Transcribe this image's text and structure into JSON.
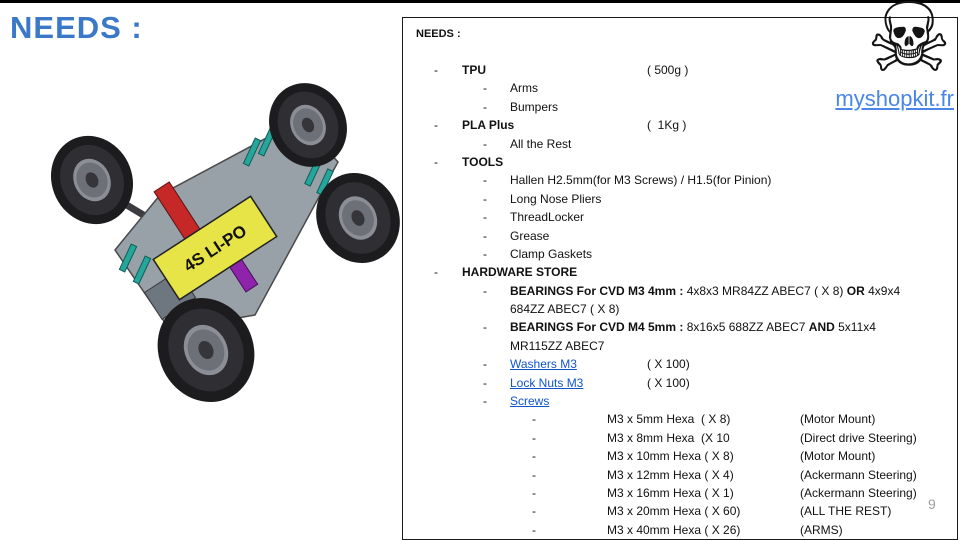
{
  "page": {
    "title": "NEEDS :",
    "page_number": "9",
    "brand_url": "myshopkit.fr",
    "skull_glyph": "☠",
    "battery_label": "4S LI-PO"
  },
  "colors": {
    "title_blue": "#3c78c8",
    "link_blue": "#1155cc",
    "brand_blue": "#4a86e8",
    "battery_yellow": "#e7e448"
  },
  "panel": {
    "header": "NEEDS :",
    "bullet": "-",
    "rows": [
      {
        "lvl": 1,
        "dash": true,
        "segs": [
          {
            "t": "TPU",
            "b": true
          }
        ],
        "tab": "( 500g )"
      },
      {
        "lvl": 2,
        "dash": true,
        "segs": [
          {
            "t": "Arms"
          }
        ]
      },
      {
        "lvl": 2,
        "dash": true,
        "segs": [
          {
            "t": "Bumpers"
          }
        ]
      },
      {
        "lvl": 1,
        "dash": true,
        "segs": [
          {
            "t": "PLA Plus",
            "b": true
          }
        ],
        "tab": "(  1Kg )"
      },
      {
        "lvl": 2,
        "dash": true,
        "segs": [
          {
            "t": "All the Rest"
          }
        ]
      },
      {
        "lvl": 1,
        "dash": true,
        "segs": [
          {
            "t": "TOOLS",
            "b": true
          }
        ]
      },
      {
        "lvl": 2,
        "dash": true,
        "segs": [
          {
            "t": "Hallen H2.5mm(for M3 Screws) / H1.5(for Pinion)"
          }
        ]
      },
      {
        "lvl": 2,
        "dash": true,
        "segs": [
          {
            "t": "Long Nose Pliers"
          }
        ]
      },
      {
        "lvl": 2,
        "dash": true,
        "segs": [
          {
            "t": "ThreadLocker"
          }
        ]
      },
      {
        "lvl": 2,
        "dash": true,
        "segs": [
          {
            "t": "Grease"
          }
        ]
      },
      {
        "lvl": 2,
        "dash": true,
        "segs": [
          {
            "t": "Clamp Gaskets"
          }
        ]
      },
      {
        "lvl": 1,
        "dash": true,
        "segs": [
          {
            "t": "HARDWARE STORE",
            "b": true
          }
        ]
      },
      {
        "lvl": 2,
        "dash": true,
        "segs": [
          {
            "t": "BEARINGS For CVD M3 4mm : ",
            "b": true
          },
          {
            "t": "4x8x3 MR84ZZ ABEC7 ( X 8) "
          },
          {
            "t": "OR",
            "b": true
          },
          {
            "t": " 4x9x4"
          }
        ]
      },
      {
        "lvl": 2,
        "dash": false,
        "segs": [
          {
            "t": "684ZZ ABEC7 ( X 8)"
          }
        ]
      },
      {
        "lvl": 2,
        "dash": true,
        "segs": [
          {
            "t": "BEARINGS For CVD M4 5mm : ",
            "b": true
          },
          {
            "t": "8x16x5 688ZZ ABEC7 "
          },
          {
            "t": "AND",
            "b": true
          },
          {
            "t": " 5x11x4"
          }
        ]
      },
      {
        "lvl": 2,
        "dash": false,
        "segs": [
          {
            "t": "MR115ZZ ABEC7"
          }
        ]
      },
      {
        "lvl": 2,
        "dash": true,
        "segs": [
          {
            "t": "Washers M3",
            "link": true
          }
        ],
        "tab": "( X 100)"
      },
      {
        "lvl": 2,
        "dash": true,
        "segs": [
          {
            "t": "Lock Nuts M3",
            "link": true
          }
        ],
        "tab": "( X 100)"
      },
      {
        "lvl": 2,
        "dash": true,
        "segs": [
          {
            "t": "Screws",
            "link": true
          }
        ]
      },
      {
        "lvl": 3,
        "dash": true,
        "spec": "M3 x 5mm Hexa  ( X 8)",
        "note": "(Motor Mount)"
      },
      {
        "lvl": 3,
        "dash": true,
        "spec": "M3 x 8mm Hexa  (X 10",
        "note": "(Direct drive Steering)"
      },
      {
        "lvl": 3,
        "dash": true,
        "spec": "M3 x 10mm Hexa ( X 8)",
        "note": "(Motor Mount)"
      },
      {
        "lvl": 3,
        "dash": true,
        "spec": "M3 x 12mm Hexa ( X 4)",
        "note": "(Ackermann Steering)"
      },
      {
        "lvl": 3,
        "dash": true,
        "spec": "M3 x 16mm Hexa ( X 1)",
        "note": "(Ackermann Steering)"
      },
      {
        "lvl": 3,
        "dash": true,
        "spec": "M3 x 20mm Hexa ( X 60)",
        "note": "(ALL THE REST)"
      },
      {
        "lvl": 3,
        "dash": true,
        "spec": "M3 x 40mm Hexa ( X 26)",
        "note": "(ARMS)"
      }
    ]
  }
}
